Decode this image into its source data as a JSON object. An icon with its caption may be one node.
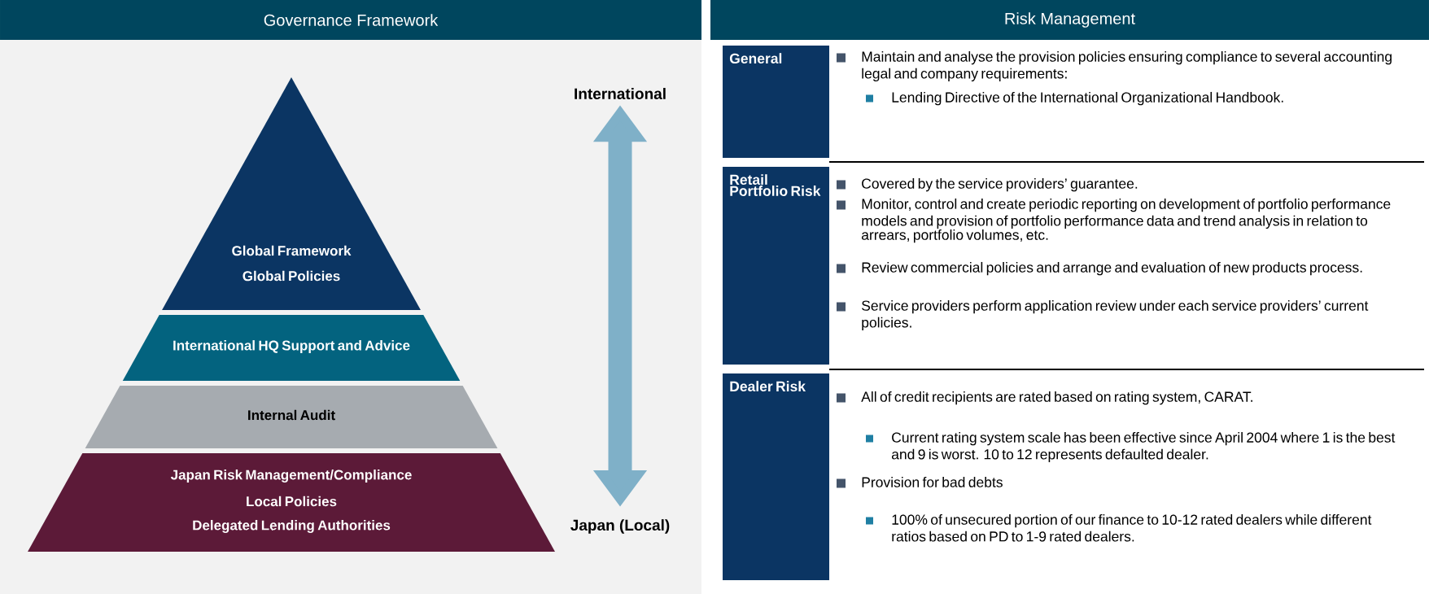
{
  "diagram": {
    "nodes": [
      {
        "text": [
          "Governance Framework"
        ]
      },
      {
        "text": [
          "Global Framework",
          "Global Policies"
        ]
      },
      {
        "text": [
          "International HQ Support and Advice"
        ]
      },
      {
        "text": [
          "Internal Audit"
        ]
      },
      {
        "text": [
          "Japan Risk Management/Compliance",
          "Local Policies",
          "Delegated Lending Authorities"
        ]
      },
      {
        "text": [
          "International"
        ]
      },
      {
        "text": [
          "Japan (Local)"
        ]
      },
      {
        "text": [
          "Risk Management"
        ]
      },
      {
        "text": [
          "General"
        ]
      },
      {
        "text": [
          "Retail Portfolio Risk"
        ]
      },
      {
        "text": [
          "Dealer Risk"
        ]
      }
    ],
    "edges": [
      {
        "from": 5,
        "to": 6,
        "arrow": "both"
      }
    ],
    "labels": [
      "Maintain and analyse the provision policies ensuring compliance to several accounting legal and company requirements:",
      "Lending Directive of the International Organizational Handbook.",
      "Covered by the service providers’ guarantee.",
      "Monitor, control and create periodic reporting on development of portfolio performance models and provision of portfolio performance data and trend analysis in relation to arrears, portfolio volumes, etc.",
      "Review commercial policies and arrange and evaluation of new products process.",
      "Service providers perform application review under each service providers’ current policies.",
      "All of credit recipients are rated based on rating system, CARAT.",
      "Current rating system scale has been effective since April 2004 where 1 is the best and 9 is worst. 10 to 12 represents defaulted dealer.",
      "Provision for bad debts",
      "100% of unsecured portion of our finance to 10-12 rated dealers while different ratios based on PD to 1-9 rated dealers."
    ]
  }
}
